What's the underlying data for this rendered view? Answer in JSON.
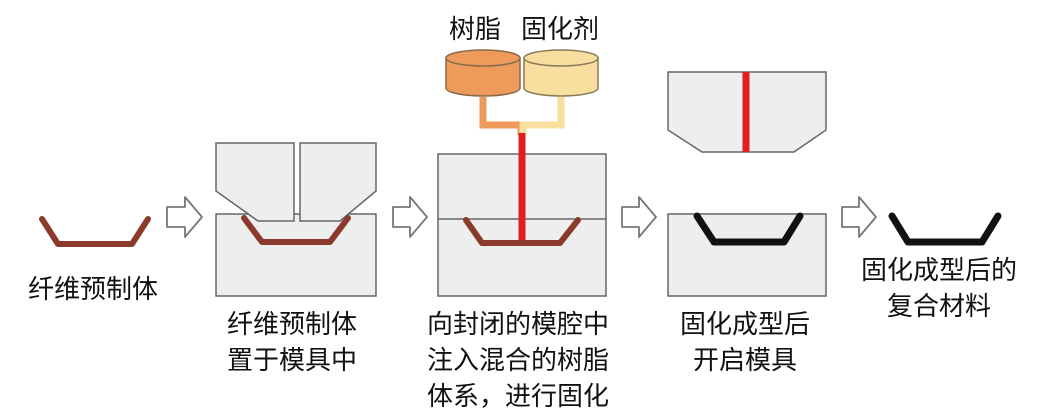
{
  "colors": {
    "mold_fill": "#eeeeee",
    "mold_stroke": "#666666",
    "preform": "#8b3a2b",
    "resin": "#ee9a5a",
    "hardener": "#f8dfa0",
    "inject_line": "#e02020",
    "cured_part": "#111111",
    "arrow_fill": "#ffffff",
    "arrow_stroke": "#777777"
  },
  "tanks": {
    "resin_label": "树脂",
    "hardener_label": "固化剂"
  },
  "steps": [
    {
      "lines": [
        "纤维预制体"
      ]
    },
    {
      "lines": [
        "纤维预制体",
        "置于模具中"
      ]
    },
    {
      "lines": [
        "向封闭的模腔中",
        "注入混合的树脂",
        "体系，进行固化"
      ]
    },
    {
      "lines": [
        "固化成型后",
        "开启模具"
      ]
    },
    {
      "lines": [
        "固化成型后的",
        "复合材料"
      ]
    }
  ]
}
